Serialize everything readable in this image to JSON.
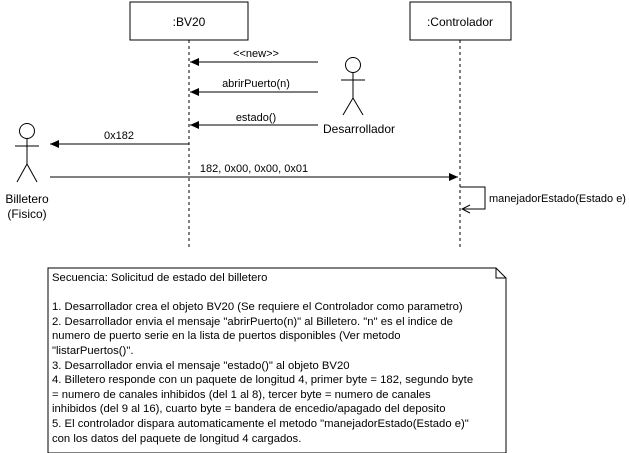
{
  "lifelines": {
    "bv20": ":BV20",
    "controlador": ":Controlador"
  },
  "actors": {
    "desarrollador": "Desarrollador",
    "billetero_line1": "Billetero",
    "billetero_line2": "(Fisico)"
  },
  "messages": {
    "new": "<<new>>",
    "abrir": "abrirPuerto(n)",
    "estado": "estado()",
    "resp": "0x182",
    "paquete": "182, 0x00, 0x00, 0x01",
    "self": "manejadorEstado(Estado e)"
  },
  "note": {
    "title": "Secuencia: Solicitud de estado del billetero",
    "lines": [
      "1. Desarrollador crea el objeto BV20 (Se requiere el Controlador como parametro)",
      "2. Desarrollador envia el mensaje \"abrirPuerto(n)\" al Billetero. \"n\" es el indice de",
      "numero de puerto serie en la lista de puertos disponibles (Ver metodo",
      "\"listarPuertos()\".",
      "3. Desarrollador envia el mensaje \"estado()\" al objeto BV20",
      "4. Billetero responde con un paquete de longitud 4, primer byte = 182, segundo byte",
      "= numero de canales inhibidos (del 1 al 8), tercer byte = numero de canales",
      "inhibidos (del 9 al 16), cuarto byte = bandera de encedio/apagado del deposito",
      "5. El controlador dispara automaticamente el metodo \"manejadorEstado(Estado e)\"",
      "con los datos del paquete de longitud 4 cargados."
    ]
  }
}
